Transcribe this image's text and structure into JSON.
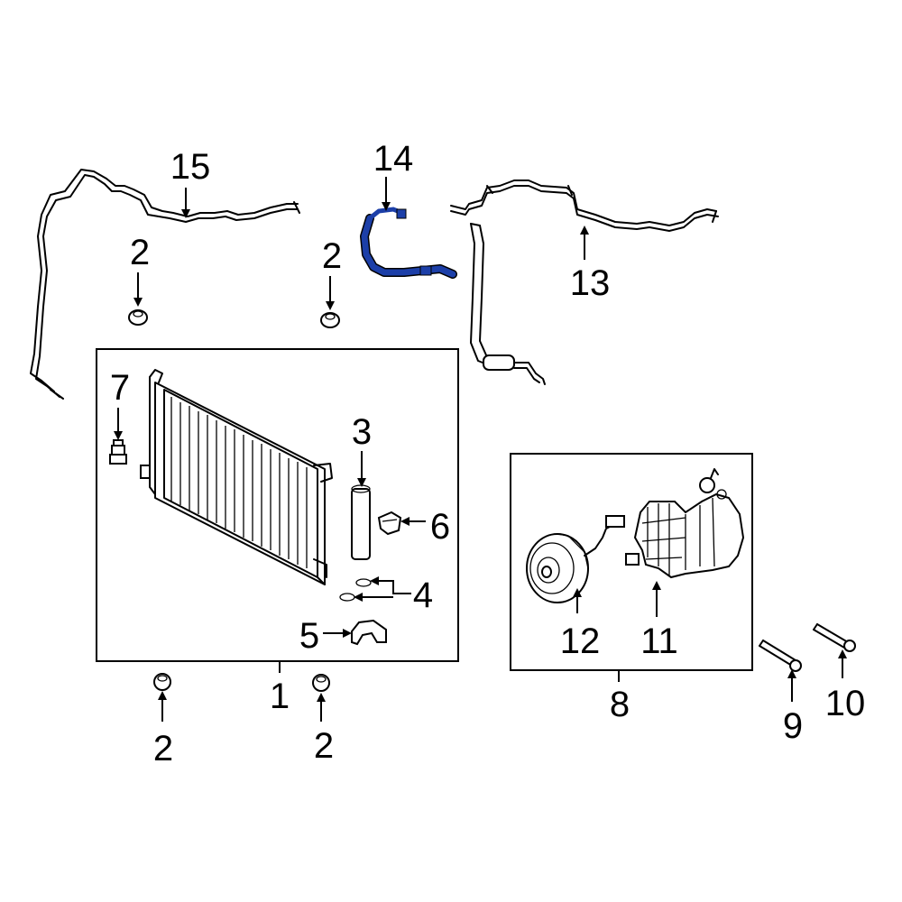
{
  "callouts": {
    "c1": "1",
    "c2a": "2",
    "c2b": "2",
    "c2c": "2",
    "c2d": "2",
    "c3": "3",
    "c4": "4",
    "c5": "5",
    "c6": "6",
    "c7": "7",
    "c8": "8",
    "c9": "9",
    "c10": "10",
    "c11": "11",
    "c12": "12",
    "c13": "13",
    "c14": "14",
    "c15": "15"
  },
  "colors": {
    "line": "#000000",
    "highlight": "#1c3fa8",
    "background": "#ffffff"
  }
}
